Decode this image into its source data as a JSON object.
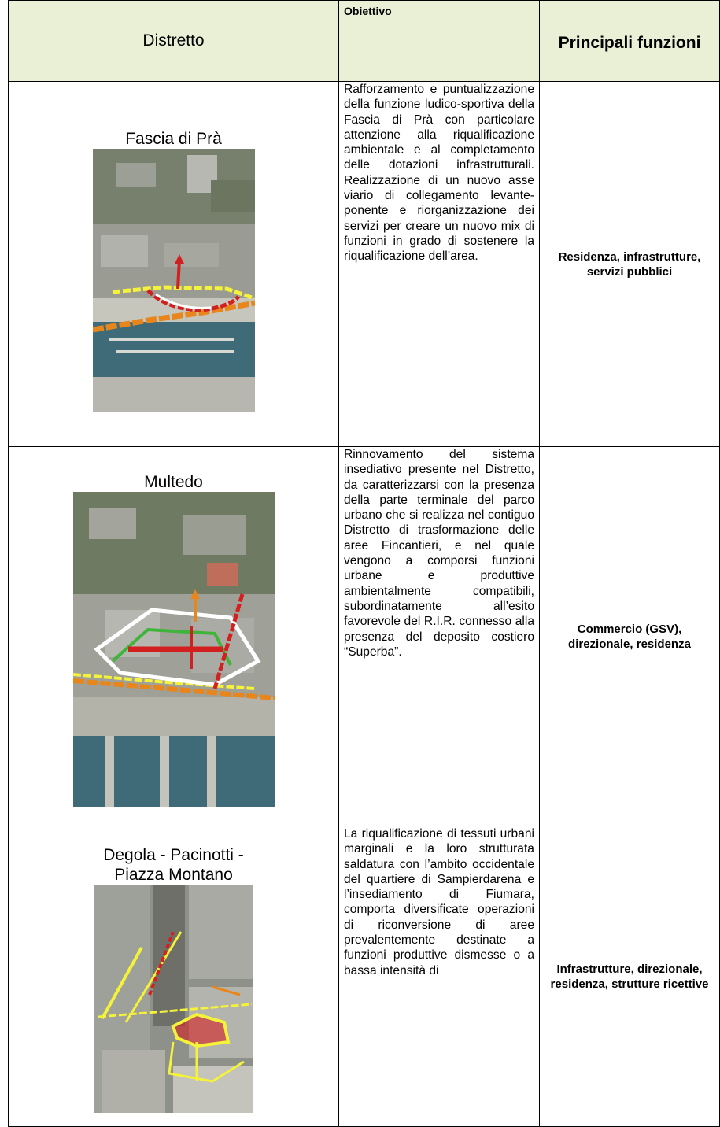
{
  "header": {
    "distretto": "Distretto",
    "obiettivo": "Obiettivo",
    "funzioni": "Principali funzioni"
  },
  "rows": [
    {
      "name": "Fascia di Prà",
      "objective": "Rafforzamento e puntualizzazione della funzione ludico-sportiva della Fascia di Prà con particolare attenzione alla riqualificazione ambientale e al completamento delle dotazioni infrastrutturali. Realizzazione di un nuovo asse viario di collegamento levante-ponente e riorganizzazione dei servizi per creare un nuovo mix di funzioni in grado di sostenere la riqualificazione dell’area.",
      "functions": "Residenza, infrastrutture, servizi pubblici"
    },
    {
      "name": "Multedo",
      "objective": "Rinnovamento del sistema insediativo presente nel Distretto, da caratterizzarsi con la presenza della parte terminale del parco urbano che si realizza nel contiguo Distretto di trasformazione delle aree Fincantieri, e nel quale vengono a comporsi funzioni urbane e produttive ambientalmente compatibili, subordinatamente all’esito favorevole del R.I.R. connesso alla presenza del deposito costiero “Superba”.",
      "functions": "Commercio (GSV), direzionale, residenza"
    },
    {
      "name": "Degola - Pacinotti - Piazza Montano",
      "objective": "La riqualificazione di tessuti urbani marginali e la loro strutturata saldatura con l’ambito occidentale del quartiere di Sampierdarena e l’insediamento di Fiumara, comporta diversificate operazioni di riconversione di aree prevalentemente destinate a funzioni produttive dismesse o a bassa intensità di",
      "functions": "Infrastrutture, direzionale, residenza, strutture ricettive"
    }
  ],
  "colors": {
    "header_bg": "#eaf0d6",
    "sea": "#3f6a78",
    "land": "#8a8f86",
    "route_yellow": "#f4f23a",
    "route_red": "#d21f1f",
    "route_orange": "#e8861c",
    "route_green": "#3fb43a",
    "route_white": "#ffffff"
  }
}
